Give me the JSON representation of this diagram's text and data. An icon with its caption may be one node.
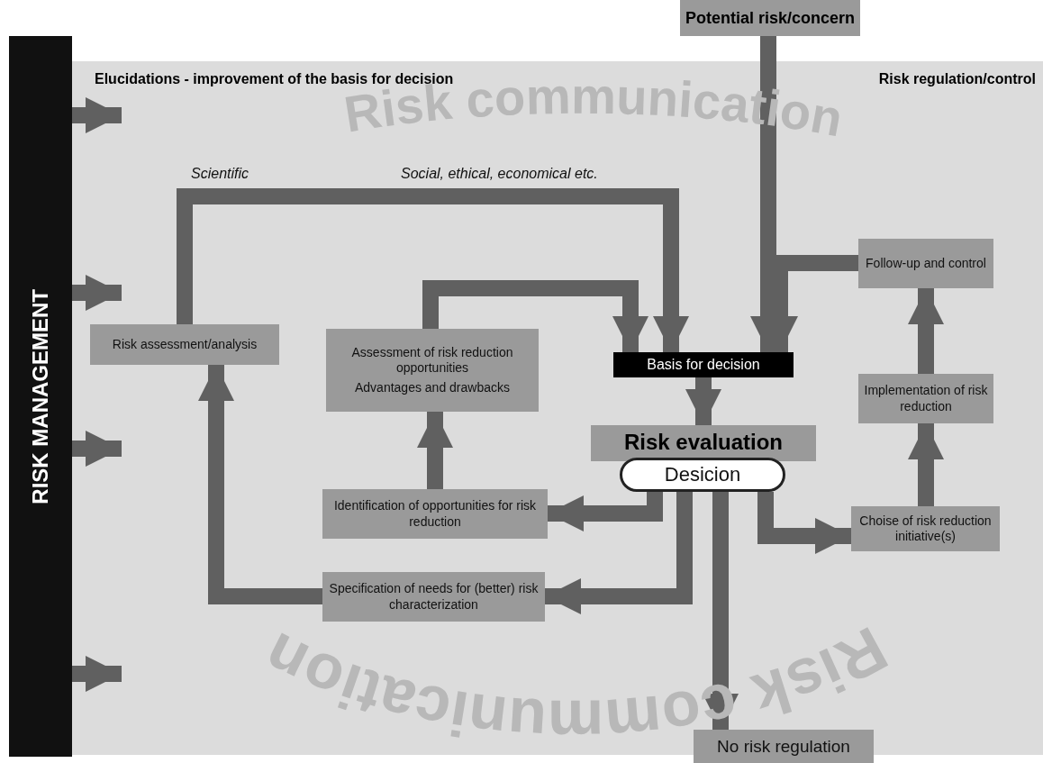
{
  "diagram": {
    "nodes": [
      {
        "text": [
          "RISK MANAGEMENT"
        ]
      },
      {
        "text": [
          "Elucidations - improvement of the basis for decision",
          "Risk regulation/control"
        ]
      },
      {
        "text": [
          "Potential risk/concern"
        ]
      },
      {
        "text": [
          "Risk assessment/analysis"
        ],
        "in": 1
      },
      {
        "text": [
          "Assessment of risk reduction opportunities",
          "Advantages and drawbacks"
        ],
        "in": 1
      },
      {
        "text": [
          "Basis for decision"
        ],
        "in": 1
      },
      {
        "text": [
          "Risk evaluation"
        ],
        "in": 1
      },
      {
        "text": [
          "Desicion"
        ],
        "in": 1
      },
      {
        "text": [
          "Identification of opportunities for risk reduction"
        ],
        "in": 1
      },
      {
        "text": [
          "Specification of needs for (better) risk characterization"
        ],
        "in": 1
      },
      {
        "text": [
          "Follow-up and control"
        ],
        "in": 1
      },
      {
        "text": [
          "Implementation of risk reduction"
        ],
        "in": 1
      },
      {
        "text": [
          "Choise of risk reduction initiative(s)"
        ],
        "in": 1
      },
      {
        "text": [
          "No risk regulation"
        ]
      }
    ],
    "edges": [
      {
        "from": 0,
        "to": 1,
        "arrow": "to"
      },
      {
        "from": 0,
        "to": 1,
        "arrow": "to"
      },
      {
        "from": 0,
        "to": 1,
        "arrow": "to"
      },
      {
        "from": 0,
        "to": 1,
        "arrow": "to"
      },
      {
        "from": 2,
        "to": 5,
        "arrow": "to"
      },
      {
        "from": 3,
        "to": 5,
        "arrow": "to",
        "label": "Scientific"
      },
      {
        "from": 4,
        "to": 5,
        "arrow": "to"
      },
      {
        "from": 10,
        "to": 5,
        "arrow": "to"
      },
      {
        "from": 5,
        "to": 6,
        "arrow": "to"
      },
      {
        "from": 7,
        "to": 8,
        "arrow": "to"
      },
      {
        "from": 7,
        "to": 9,
        "arrow": "to"
      },
      {
        "from": 7,
        "to": 12,
        "arrow": "to"
      },
      {
        "from": 7,
        "to": 13,
        "arrow": "to"
      },
      {
        "from": 8,
        "to": 4,
        "arrow": "to"
      },
      {
        "from": 9,
        "to": 3,
        "arrow": "to"
      },
      {
        "from": 12,
        "to": 11,
        "arrow": "to"
      },
      {
        "from": 11,
        "to": 10,
        "arrow": "to"
      }
    ],
    "labels": [
      "Social, ethical, economical etc.",
      "Risk communication",
      "Risk communication"
    ]
  }
}
